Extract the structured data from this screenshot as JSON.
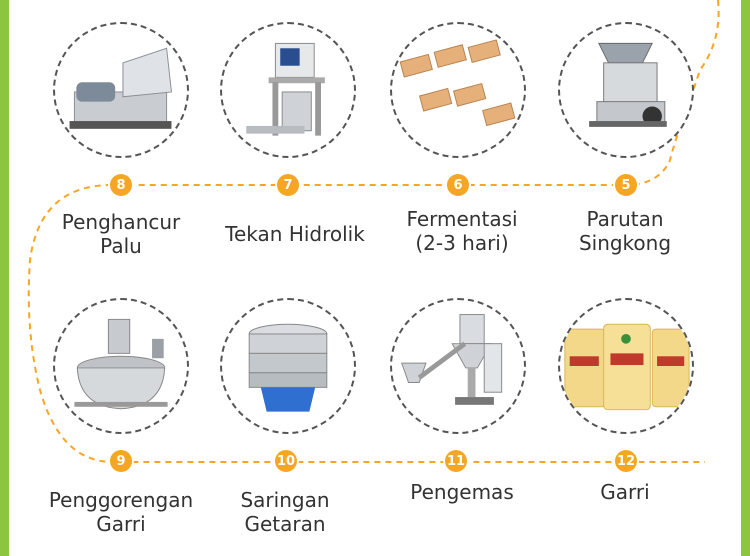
{
  "steps": [
    {
      "number": "8",
      "label": "Penghancur\nPalu",
      "icon": "hammer-mill-icon"
    },
    {
      "number": "7",
      "label": "Tekan Hidrolik",
      "icon": "hydraulic-press-icon"
    },
    {
      "number": "6",
      "label": "Fermentasi\n(2-3 hari)",
      "icon": "fermentation-rack-icon"
    },
    {
      "number": "5",
      "label": "Parutan\nSingkong",
      "icon": "cassava-grater-icon"
    },
    {
      "number": "9",
      "label": "Penggorengan\nGarri",
      "icon": "frying-pan-icon"
    },
    {
      "number": "10",
      "label": "Saringan\nGetaran",
      "icon": "vibrating-sieve-icon"
    },
    {
      "number": "11",
      "label": "Pengemas",
      "icon": "packing-machine-icon"
    },
    {
      "number": "12",
      "label": "Garri",
      "icon": "garri-bags-icon"
    }
  ],
  "colors": {
    "accent": "#f6a623",
    "frame": "#8cc63f",
    "text": "#333333"
  }
}
